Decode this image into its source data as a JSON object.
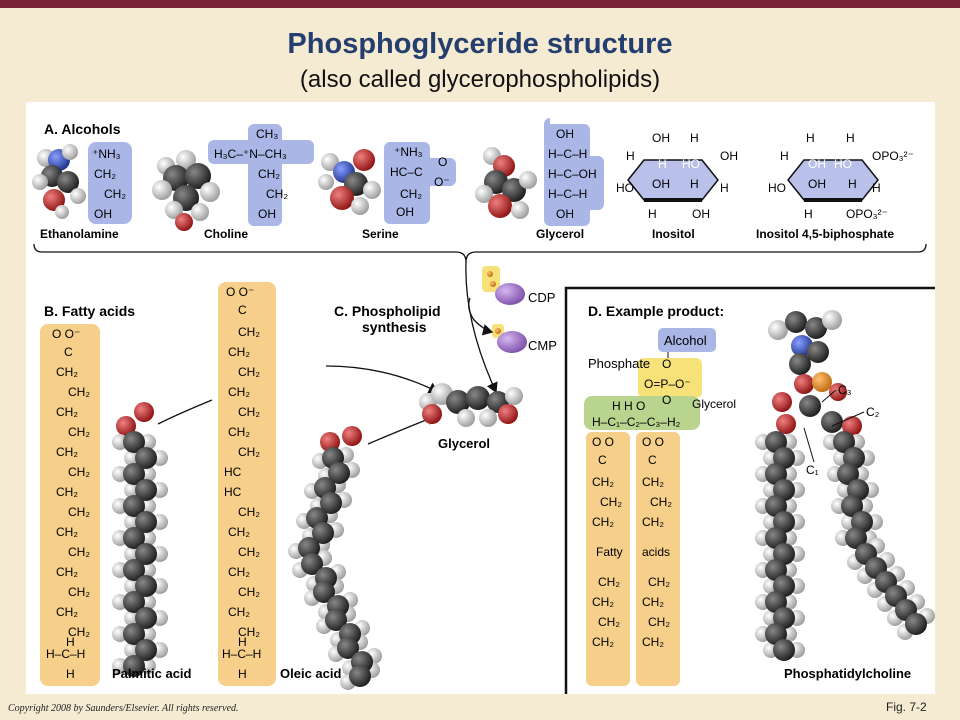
{
  "header": {
    "title": "Phosphoglyceride structure",
    "subtitle": "(also called glycerophospholipids)"
  },
  "footer": {
    "copyright": "Copyright 2008 by Saunders/Elsevier. All rights reserved.",
    "figure_ref": "Fig. 7-2"
  },
  "colors": {
    "header_bar": "#7a2335",
    "title": "#243f6f",
    "alcohol_box": "#aab6e6",
    "fatty_acid_box": "#f6cf8a",
    "phosphate_box": "#f7e27a",
    "glycerol_box": "#b9d48e",
    "ring_fill": "#b9c0ea"
  },
  "section_a": {
    "heading": "A. Alcohols",
    "ethanolamine": {
      "name": "Ethanolamine",
      "lines": [
        "⁺NH₃",
        "CH₂",
        "CH₂",
        "OH"
      ]
    },
    "choline": {
      "name": "Choline",
      "top": "CH₃",
      "mid": "H₃C–⁺N–CH₃",
      "lines": [
        "CH₂",
        "CH₂",
        "OH"
      ]
    },
    "serine": {
      "name": "Serine",
      "lines": [
        "⁺NH₃",
        "HC–C",
        "CH₂",
        "OH"
      ],
      "carboxyl_o": "O",
      "carboxyl_om": "O⁻"
    },
    "glycerol": {
      "name": "Glycerol",
      "lines": [
        "OH",
        "H–C–H",
        "H–C–OH",
        "H–C–H",
        "OH"
      ]
    },
    "inositol": {
      "name": "Inositol",
      "labels": [
        "OH",
        "H",
        "H",
        "OH",
        "H",
        "HO",
        "HO",
        "OH",
        "H",
        "H",
        "OH",
        "H"
      ]
    },
    "inositol_bp": {
      "name": "Inositol 4,5-biphosphate",
      "labels": [
        "H",
        "H",
        "H",
        "OPO₃²⁻",
        "OH",
        "HO",
        "HO",
        "OH",
        "H",
        "H",
        "OPO₃²⁻",
        "H"
      ]
    }
  },
  "section_b": {
    "heading": "B. Fatty acids",
    "palmitic": {
      "name": "Palmitic acid",
      "top": "O   O⁻",
      "c": "C",
      "chain": [
        "CH₂",
        "CH₂",
        "CH₂",
        "CH₂",
        "CH₂",
        "CH₂",
        "CH₂",
        "CH₂",
        "CH₂",
        "CH₂",
        "CH₂",
        "CH₂",
        "CH₂",
        "CH₂"
      ],
      "end_h1": "H",
      "end": "H–C–H",
      "end_h2": "H"
    },
    "oleic": {
      "name": "Oleic acid",
      "top": "O   O⁻",
      "c": "C",
      "chain": [
        "CH₂",
        "CH₂",
        "CH₂",
        "CH₂",
        "CH₂",
        "CH₂",
        "CH₂",
        "HC",
        "HC",
        "CH₂",
        "CH₂",
        "CH₂",
        "CH₂",
        "CH₂",
        "CH₂",
        "CH₂"
      ],
      "end_h1": "H",
      "end": "H–C–H",
      "end_h2": "H"
    }
  },
  "section_c": {
    "heading_line1": "C. Phospholipid",
    "heading_line2": "synthesis",
    "cdp": "CDP",
    "cmp": "CMP",
    "glycerol_label": "Glycerol"
  },
  "section_d": {
    "heading": "D. Example product:",
    "alcohol": "Alcohol",
    "phosphate": "Phosphate",
    "o_top": "O",
    "p_line": "O=P–O⁻",
    "o_bottom": "O",
    "glycerol": "Glycerol",
    "glycerol_h": "H      H      O",
    "glycerol_line": "H–C₁–C₂–C₃–H₂",
    "chain1": [
      "O   O",
      "C",
      "CH₂",
      "CH₂",
      "CH₂",
      "CH₂",
      "CH₂",
      "CH₂",
      "CH₂"
    ],
    "chain2": [
      "O   O",
      "C",
      "CH₂",
      "CH₂",
      "CH₂",
      "CH₂",
      "CH₂",
      "CH₂",
      "CH₂"
    ],
    "fatty": "Fatty",
    "acids": "acids",
    "c1": "C₁",
    "c2": "C₂",
    "c3": "C₃",
    "product": "Phosphatidylcholine"
  }
}
